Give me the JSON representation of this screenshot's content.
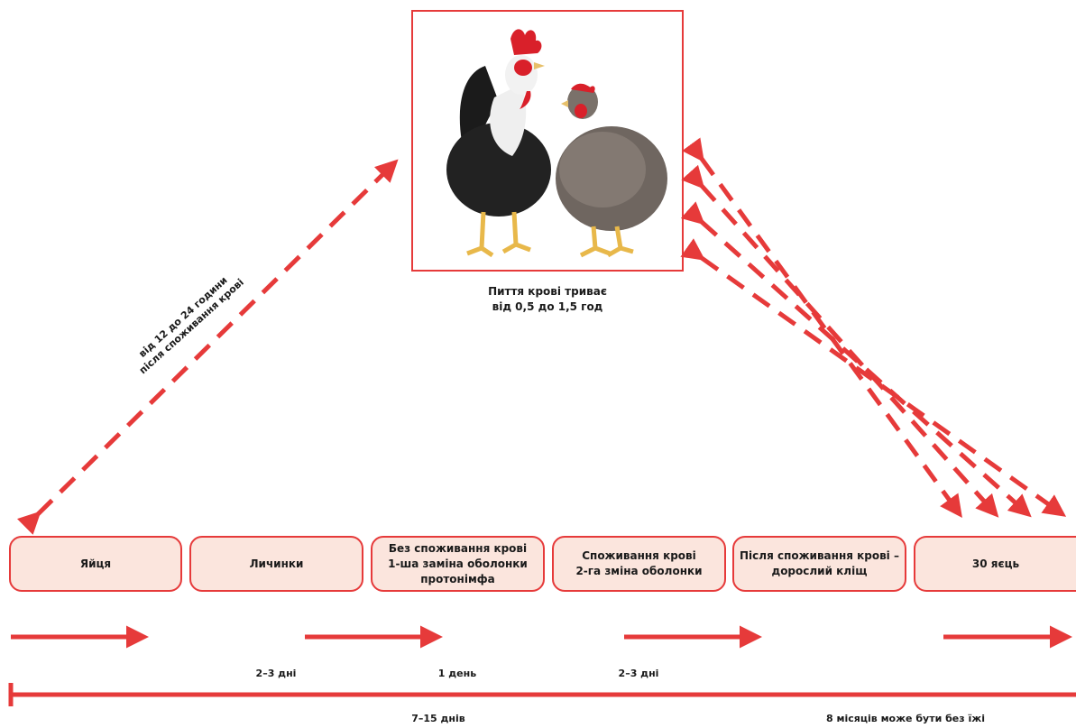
{
  "colors": {
    "accent": "#e63a3a",
    "stage_fill": "#fbe5dd"
  },
  "caption_feeding": [
    "Пиття крові триває",
    "від 0,5 до 1,5 год"
  ],
  "diagonal_label": [
    "від 12 до 24 години",
    "після споживання крові"
  ],
  "stages": [
    {
      "label": "Яйця"
    },
    {
      "label": "Личинки"
    },
    {
      "label": "Без споживання крові\n1-ша заміна оболонки\nпротонімфа"
    },
    {
      "label": "Споживання крові\n2-га зміна оболонки"
    },
    {
      "label": "Після споживання крові –\nдорослий кліщ"
    },
    {
      "label": "30 яєць"
    }
  ],
  "durations": [
    "2–3 дні",
    "1 день",
    "2–3 дні"
  ],
  "total_duration": "7–15 днів",
  "starvation_note": "8 місяців може бути без їжі"
}
